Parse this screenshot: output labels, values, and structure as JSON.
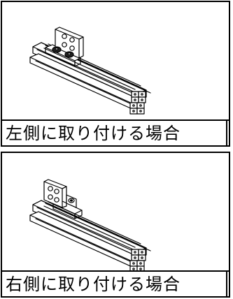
{
  "panels": [
    {
      "caption": "左側に取り付ける場合"
    },
    {
      "caption": "右側に取り付ける場合"
    }
  ],
  "icons": {
    "top": "left-mounting-bracket-rail-illustration",
    "bottom": "right-mounting-bracket-rail-illustration"
  }
}
